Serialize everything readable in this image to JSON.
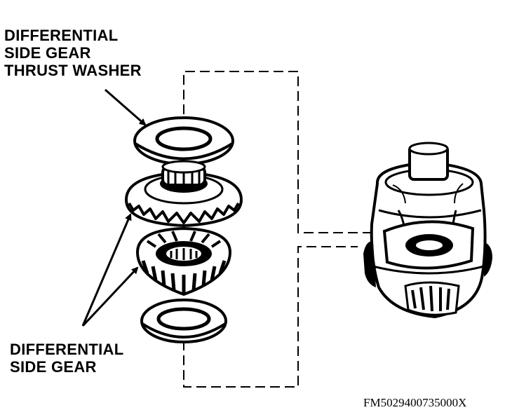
{
  "labels": {
    "washer_line1": "DIFFERENTIAL",
    "washer_line2": "SIDE GEAR",
    "washer_line3": "THRUST WASHER",
    "gear_line1": "DIFFERENTIAL",
    "gear_line2": "SIDE GEAR"
  },
  "figure_ref": "FM5029400735000X"
}
